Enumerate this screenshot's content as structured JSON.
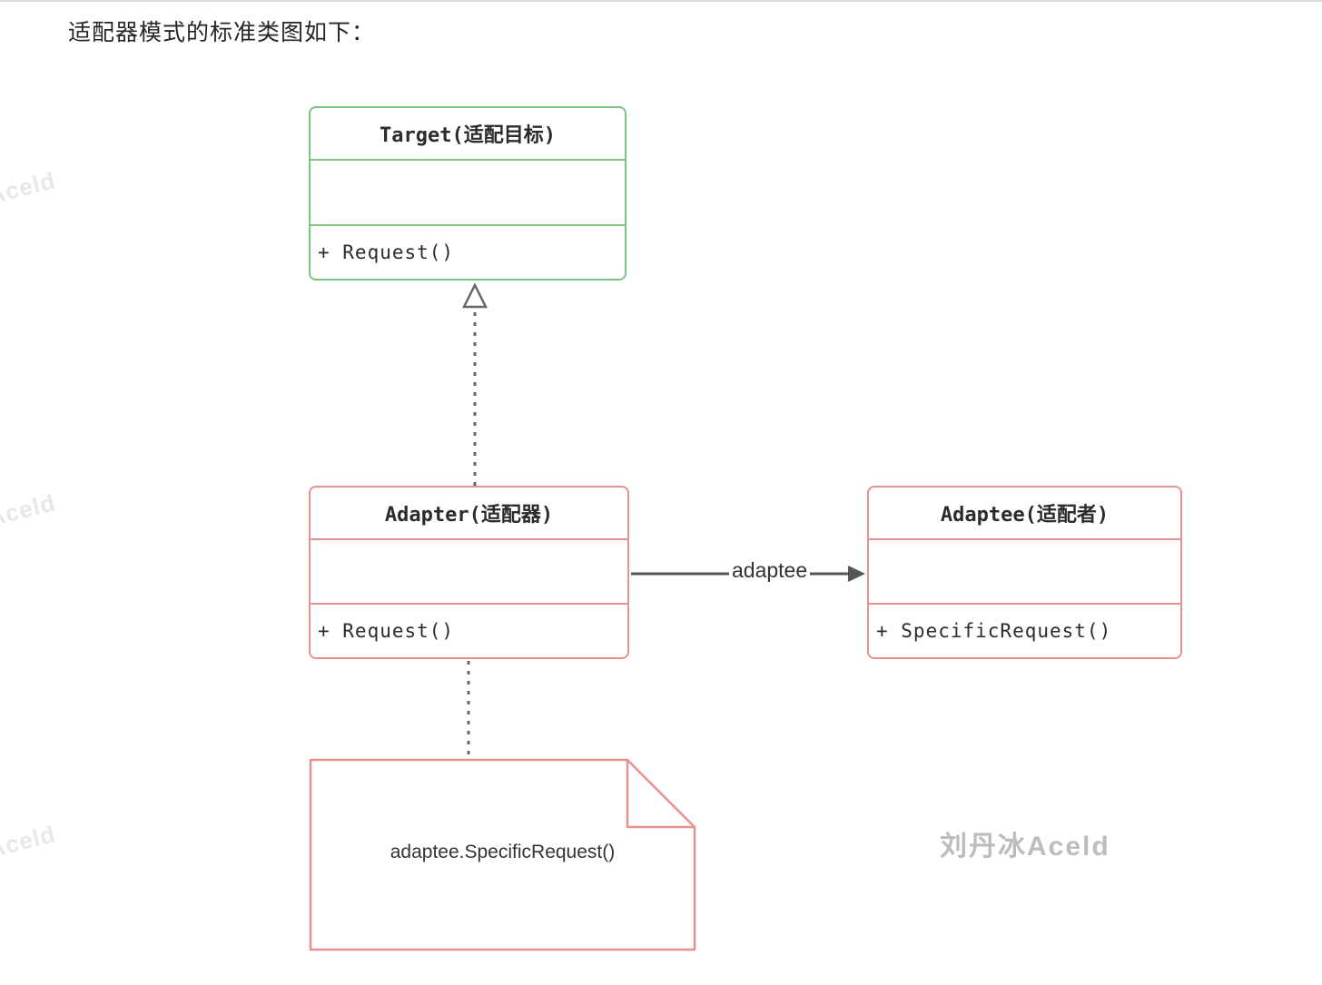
{
  "title": "适配器模式的标准类图如下：",
  "diagram": {
    "classes": [
      {
        "name": "Target(适配目标)",
        "attributes": "",
        "method": "+ Request()"
      },
      {
        "name": "Adapter(适配器)",
        "attributes": "",
        "method": "+ Request()"
      },
      {
        "name": "Adaptee(适配者)",
        "attributes": "",
        "method": "+ SpecificRequest()"
      }
    ],
    "note": "adaptee.SpecificRequest()",
    "association_label": "adaptee",
    "relations": [
      {
        "type": "realization",
        "from": "Adapter",
        "to": "Target",
        "style": "dashed-hollow-triangle"
      },
      {
        "type": "association",
        "from": "Adapter",
        "to": "Adaptee",
        "label": "adaptee",
        "style": "solid-filled-arrow"
      },
      {
        "type": "note-anchor",
        "from": "Adapter",
        "to": "note",
        "style": "dashed"
      }
    ]
  },
  "watermark": {
    "main": "刘丹冰Aceld",
    "side": "Aceld"
  },
  "colors": {
    "target_border": "#7cc47f",
    "adaptee_border": "#e89090",
    "connector": "#5f5f5f",
    "watermark": "#bcbcbc"
  }
}
